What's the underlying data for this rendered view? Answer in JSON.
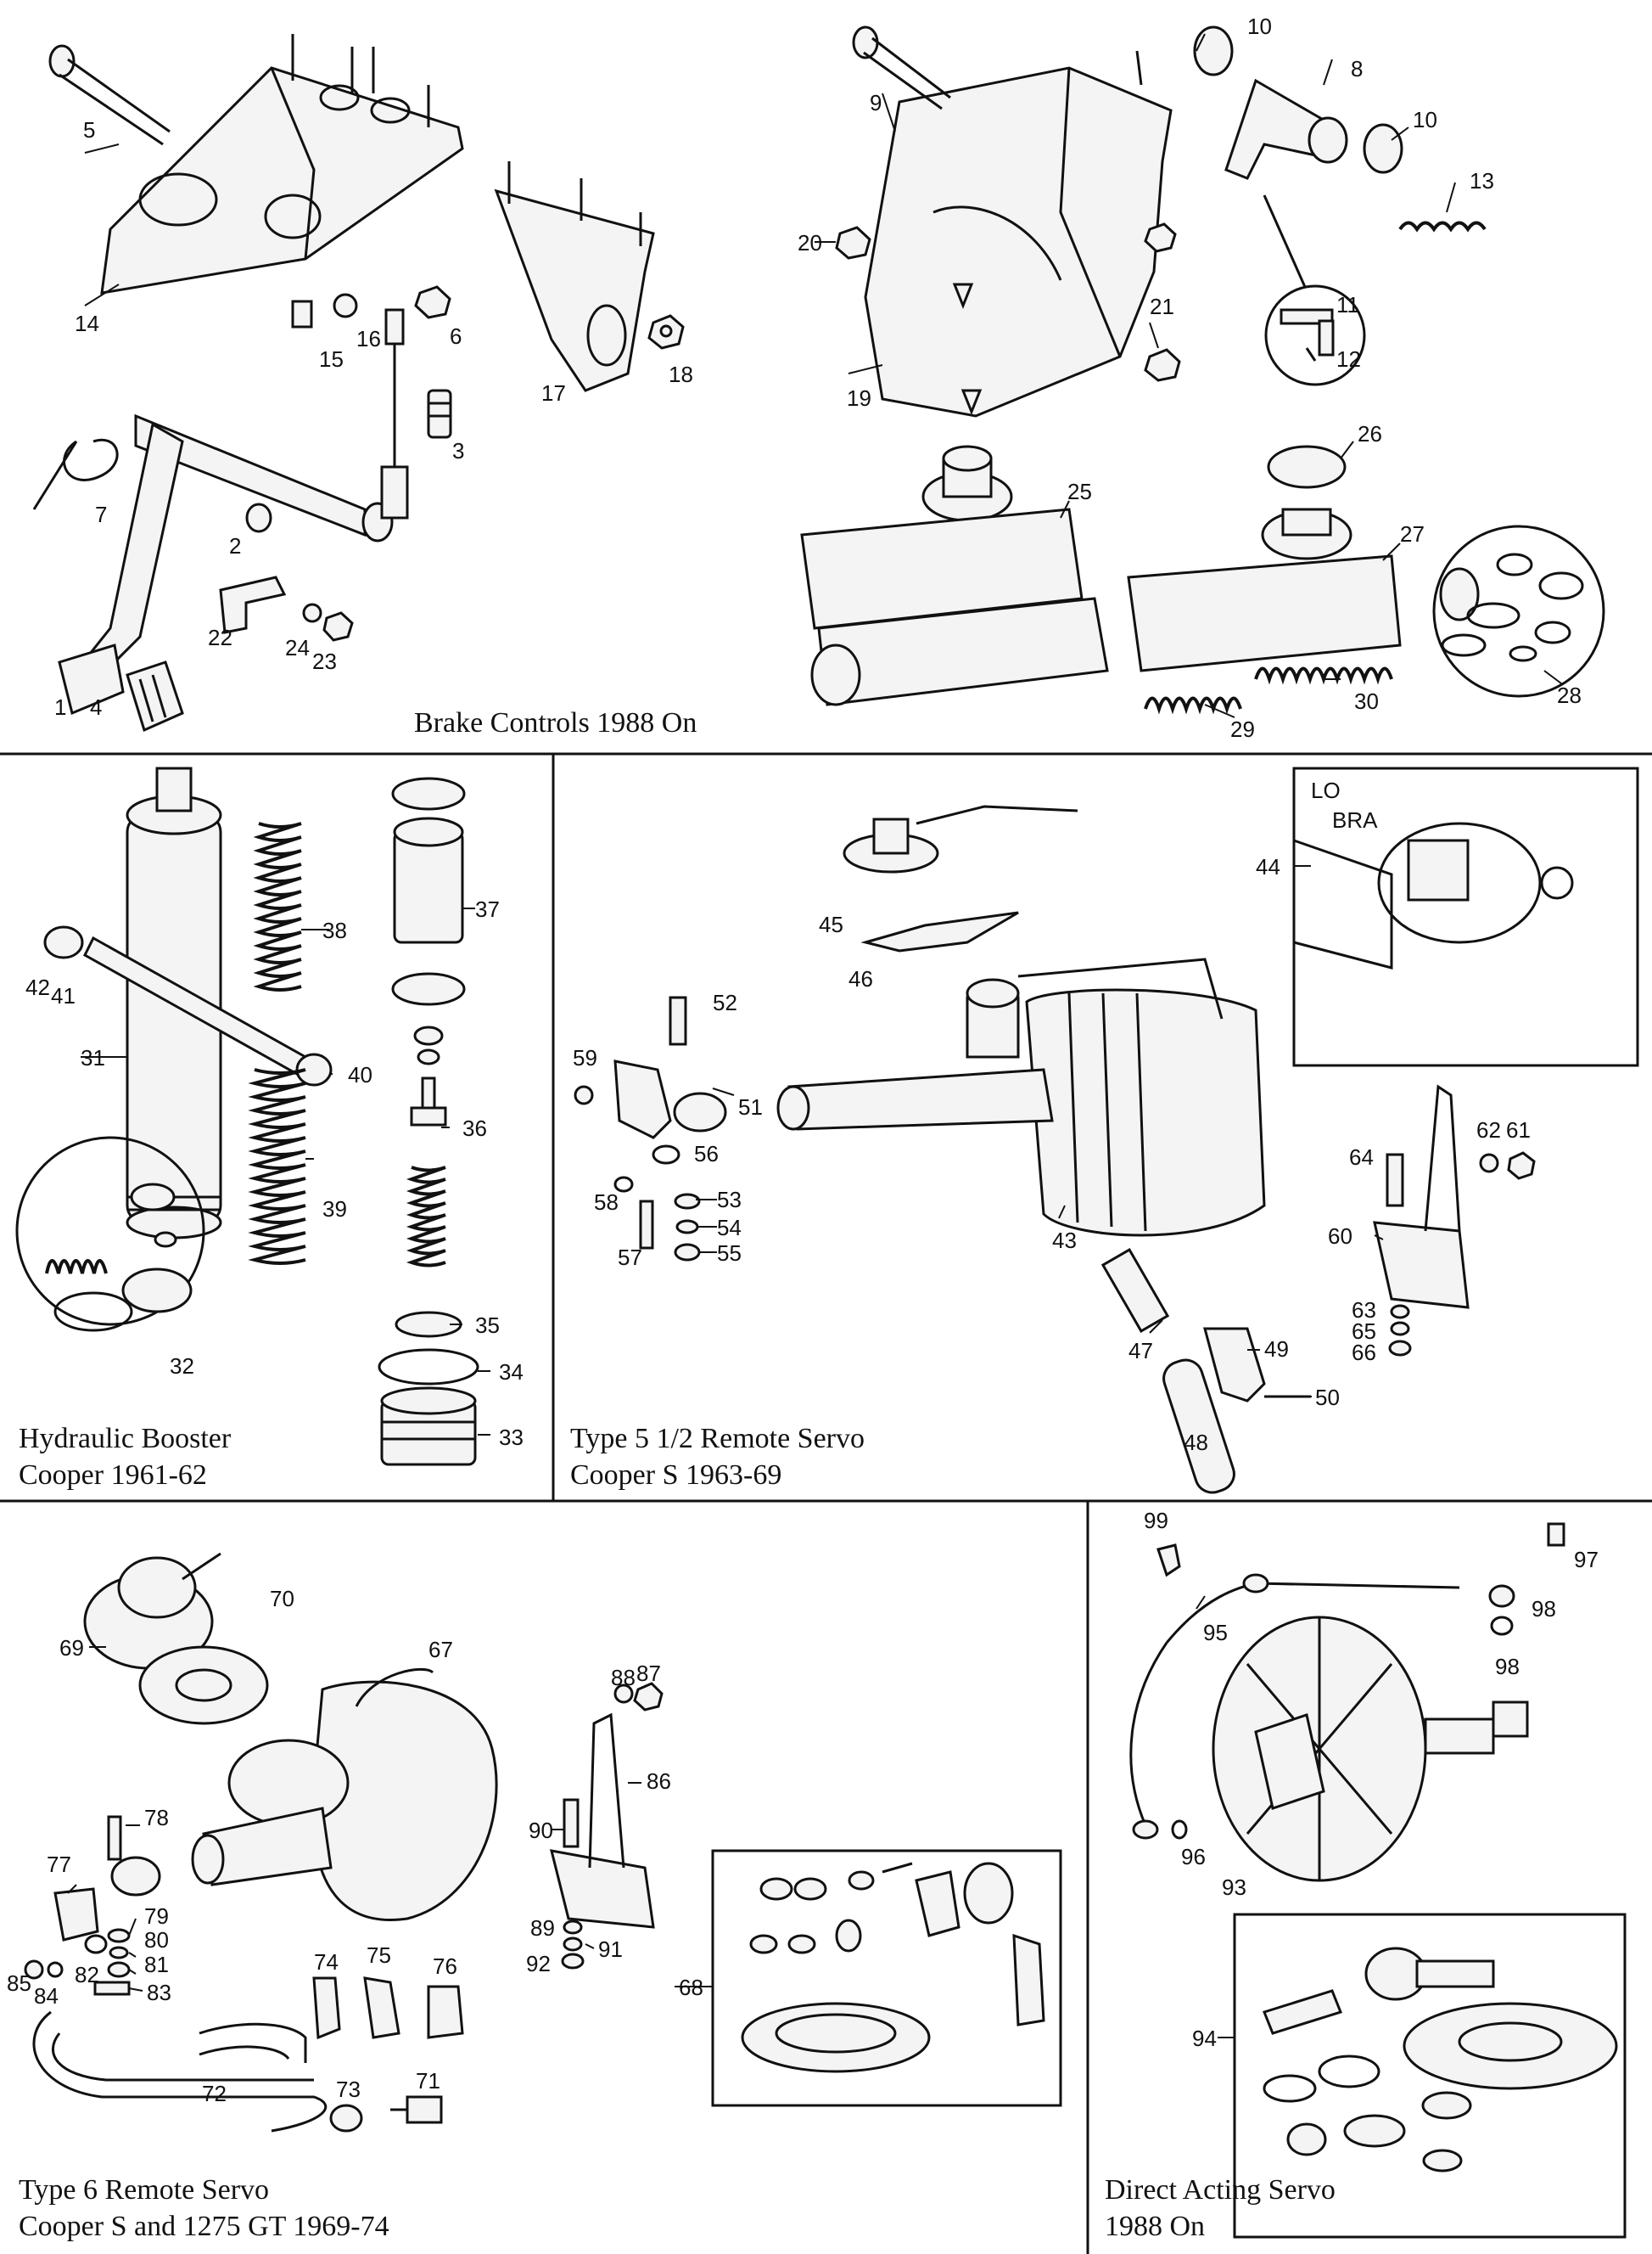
{
  "sections": [
    {
      "id": "brake-controls",
      "caption_lines": [
        "Brake Controls 1988 On"
      ]
    },
    {
      "id": "hydraulic-booster",
      "caption_lines": [
        "Hydraulic Booster",
        "Cooper 1961-62"
      ]
    },
    {
      "id": "type5-remote-servo",
      "caption_lines": [
        "Type 5 1/2 Remote Servo",
        "Cooper S 1963-69"
      ]
    },
    {
      "id": "type6-remote-servo",
      "caption_lines": [
        "Type 6 Remote Servo",
        "Cooper S and 1275 GT 1969-74"
      ]
    },
    {
      "id": "direct-acting-servo",
      "caption_lines": [
        "Direct Acting Servo",
        "1988 On"
      ]
    }
  ],
  "part_numbers": [
    "1",
    "2",
    "3",
    "4",
    "5",
    "6",
    "7",
    "8",
    "9",
    "10",
    "10",
    "11",
    "12",
    "13",
    "14",
    "15",
    "16",
    "17",
    "18",
    "19",
    "20",
    "21",
    "22",
    "23",
    "24",
    "25",
    "26",
    "27",
    "28",
    "29",
    "30",
    "31",
    "32",
    "33",
    "34",
    "35",
    "36",
    "37",
    "38",
    "39",
    "40",
    "41",
    "42",
    "43",
    "44",
    "45",
    "46",
    "47",
    "48",
    "49",
    "50",
    "51",
    "52",
    "53",
    "54",
    "55",
    "56",
    "57",
    "58",
    "59",
    "60",
    "61",
    "62",
    "63",
    "64",
    "65",
    "66",
    "67",
    "68",
    "69",
    "70",
    "71",
    "72",
    "73",
    "74",
    "75",
    "76",
    "77",
    "78",
    "79",
    "80",
    "81",
    "82",
    "83",
    "84",
    "85",
    "86",
    "87",
    "88",
    "89",
    "90",
    "91",
    "92",
    "93",
    "94",
    "95",
    "96",
    "97",
    "98",
    "98",
    "99"
  ],
  "inset_text": [
    "LO",
    "BRA"
  ]
}
